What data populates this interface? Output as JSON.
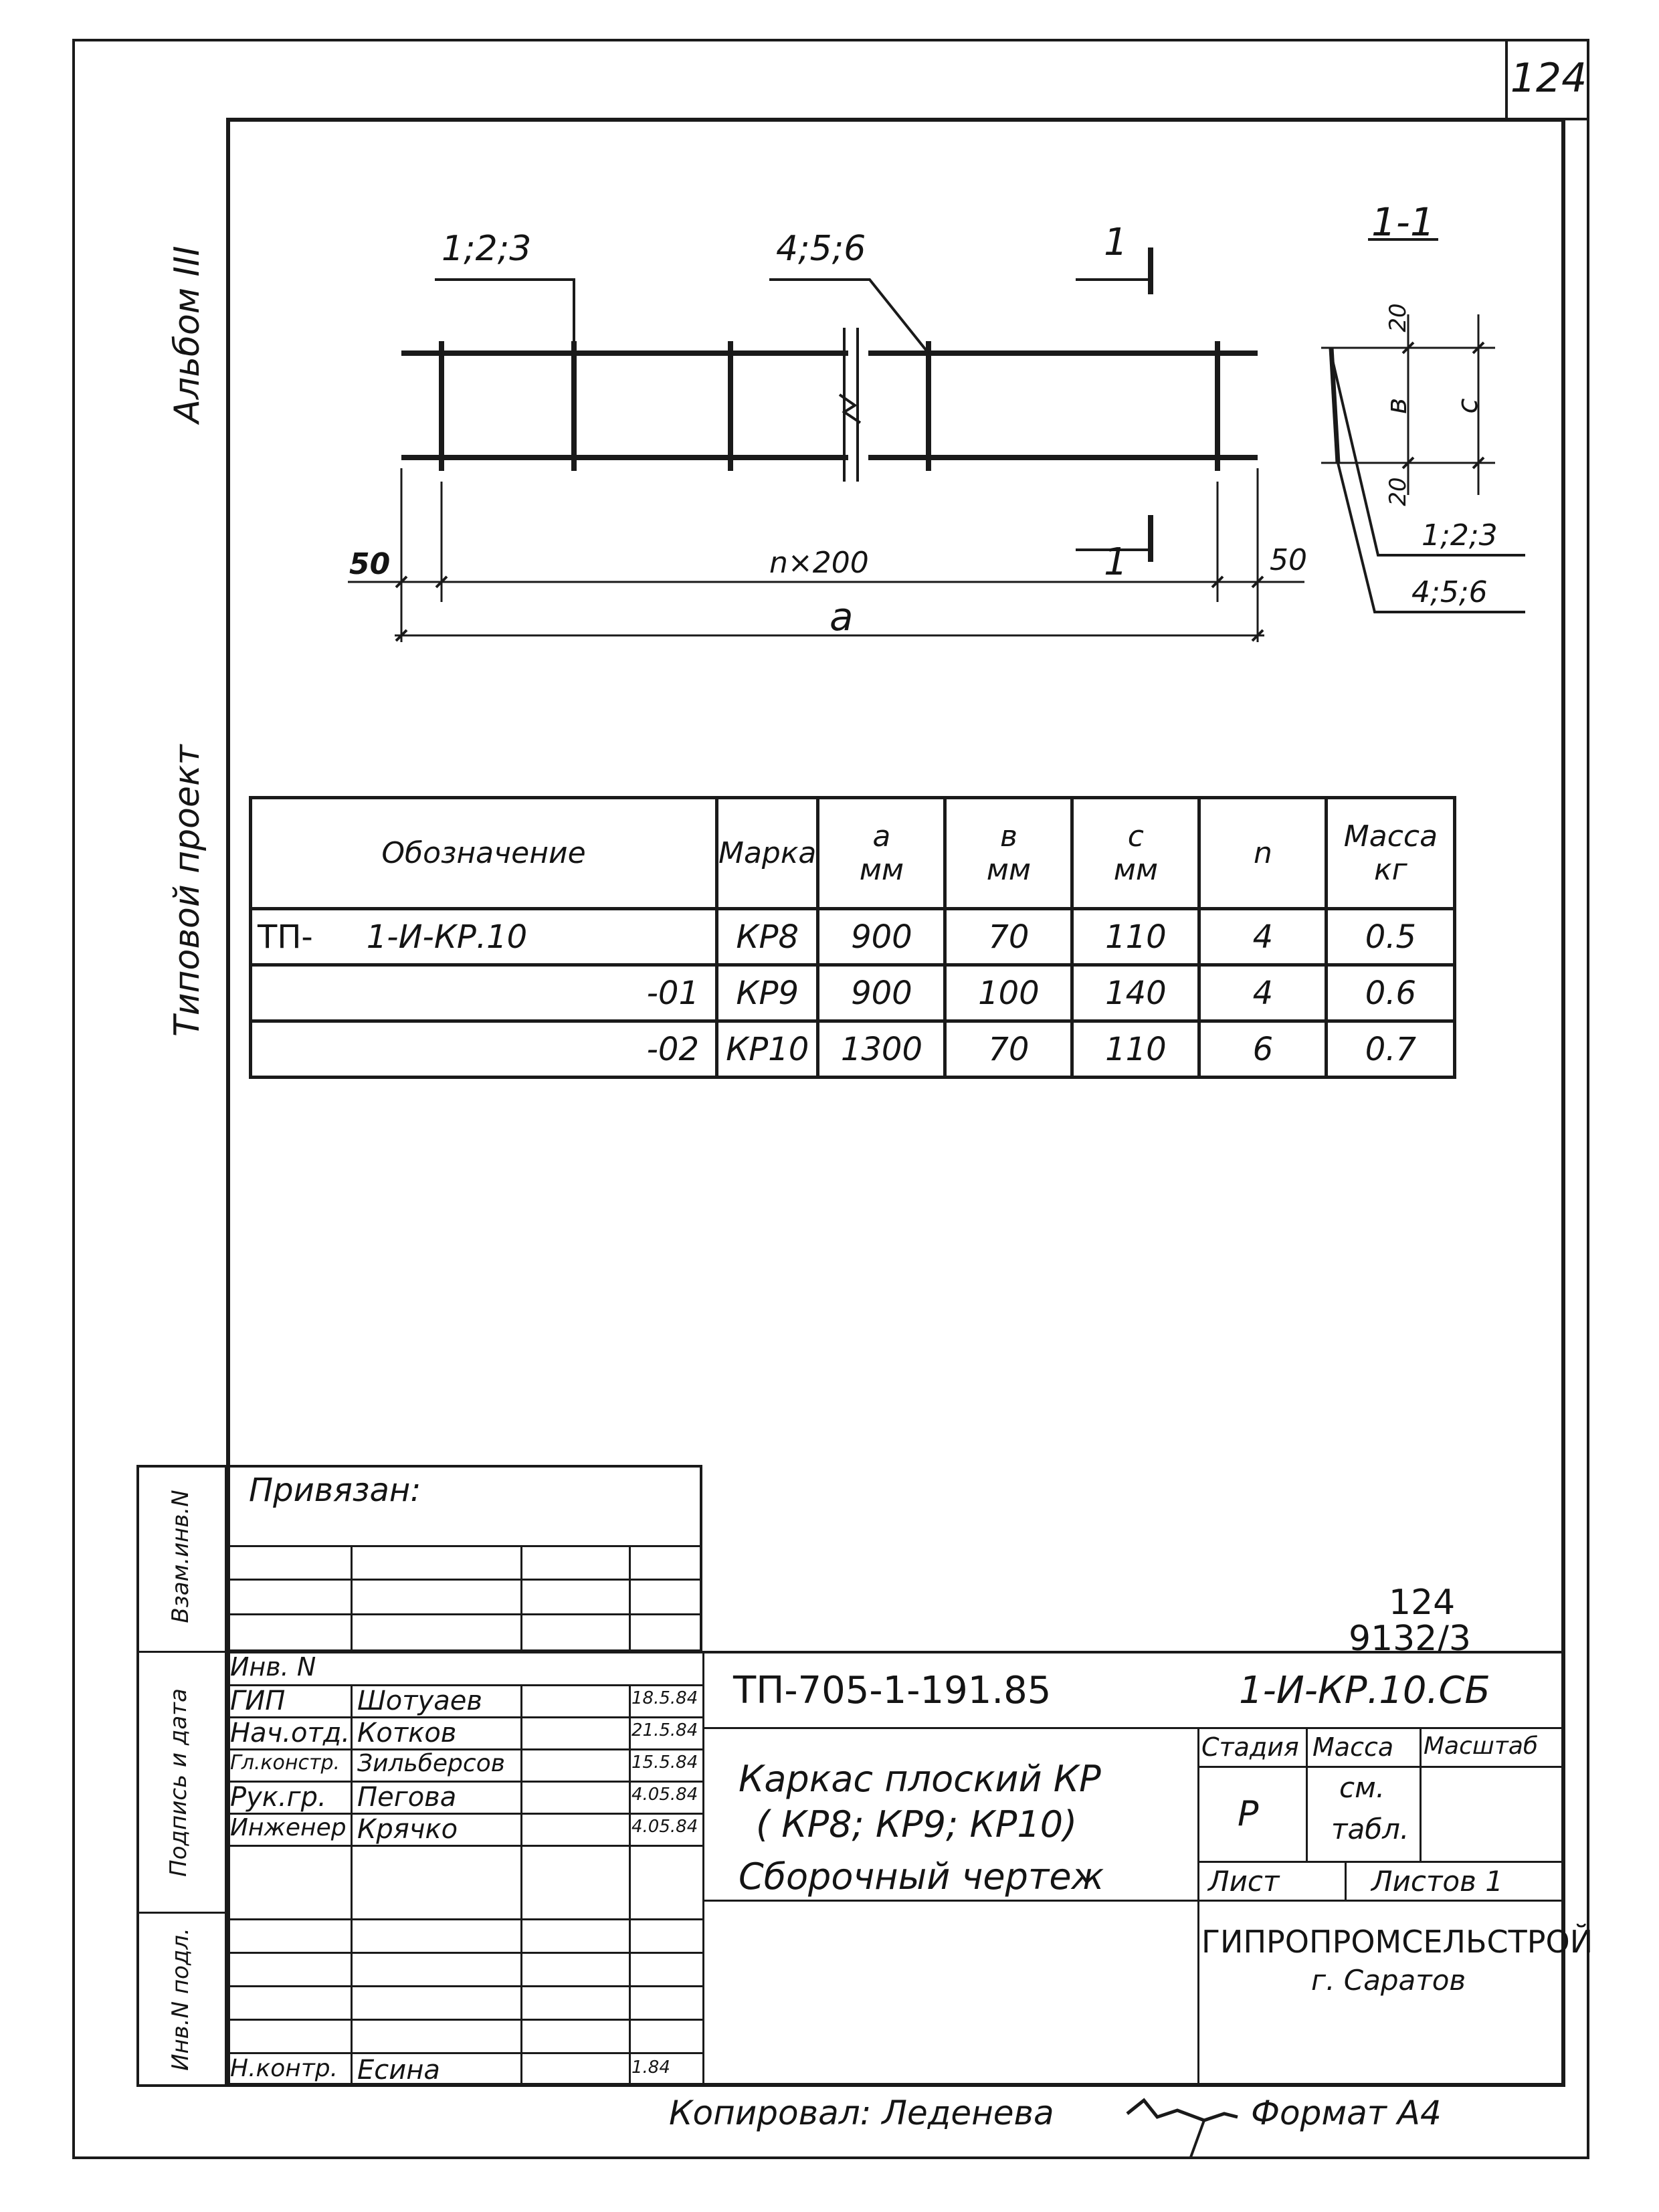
{
  "sheet_number": "124",
  "side_labels": {
    "album": "Альбом III",
    "project": "Типовой проект",
    "stamp_cols": [
      "Взам.инв.N",
      "Подпись и дата",
      "Инв.N подл."
    ]
  },
  "drawing": {
    "callout_top_left": "1;2;3",
    "callout_top_mid": "4;5;6",
    "section_mark": "1",
    "section_title": "1-1",
    "dim_left": "50",
    "dim_mid": "n×200",
    "dim_right": "50",
    "dim_total": "a",
    "sec_dim_top": "20",
    "sec_dim_b": "в",
    "sec_dim_c": "c",
    "sec_dim_bottom": "20",
    "sec_callout_1": "1;2;3",
    "sec_callout_2": "4;5;6"
  },
  "spec_table": {
    "headers": [
      {
        "main": "Обозначение",
        "unit": ""
      },
      {
        "main": "Марка",
        "unit": ""
      },
      {
        "main": "a",
        "unit": "мм"
      },
      {
        "main": "в",
        "unit": "мм"
      },
      {
        "main": "c",
        "unit": "мм"
      },
      {
        "main": "n",
        "unit": ""
      },
      {
        "main": "Масса",
        "unit": "кг"
      }
    ],
    "rows": [
      {
        "prefix": "ТП-",
        "designation": "1-И-КР.10",
        "mark": "КР8",
        "a": "900",
        "b": "70",
        "c": "110",
        "n": "4",
        "mass": "0.5"
      },
      {
        "prefix": "",
        "designation": "-01",
        "mark": "КР9",
        "a": "900",
        "b": "100",
        "c": "140",
        "n": "4",
        "mass": "0.6"
      },
      {
        "prefix": "",
        "designation": "-02",
        "mark": "КР10",
        "a": "1300",
        "b": "70",
        "c": "110",
        "n": "6",
        "mass": "0.7"
      }
    ]
  },
  "title_block": {
    "attached": "Привязан:",
    "inv_no": "Инв. N",
    "stamp_number_top": "124",
    "stamp_number_bottom": "9132/3",
    "doc_code": "ТП-705-1-191.85",
    "drawing_code": "1-И-КР.10.СБ",
    "people": [
      {
        "role": "ГИП",
        "name": "Шотуаев",
        "date": "18.5.84"
      },
      {
        "role": "Нач.отд.",
        "name": "Котков",
        "date": "21.5.84"
      },
      {
        "role": "Гл.констр.",
        "name": "Зильберсов",
        "date": "15.5.84"
      },
      {
        "role": "Рук.гр.",
        "name": "Пегова",
        "date": "4.05.84"
      },
      {
        "role": "Инженер",
        "name": "Крячко",
        "date": "4.05.84"
      }
    ],
    "norm_control": {
      "role": "Н.контр.",
      "name": "Есина",
      "date": "1.84"
    },
    "title_lines": [
      "Каркас плоский КР",
      "( КР8; КР9; КР10)",
      "Сборочный чертеж"
    ],
    "stage_label": "Стадия",
    "mass_label": "Масса",
    "scale_label": "Масштаб",
    "stage_value": "Р",
    "mass_value_1": "см.",
    "mass_value_2": "табл.",
    "sheet_label": "Лист",
    "sheets_label": "Листов 1",
    "org_name": "ГИПРОПРОМСЕЛЬСТРОЙ",
    "org_city": "г. Саратов"
  },
  "footer": {
    "copied": "Копировал: Леденева",
    "format": "Формат А4"
  }
}
